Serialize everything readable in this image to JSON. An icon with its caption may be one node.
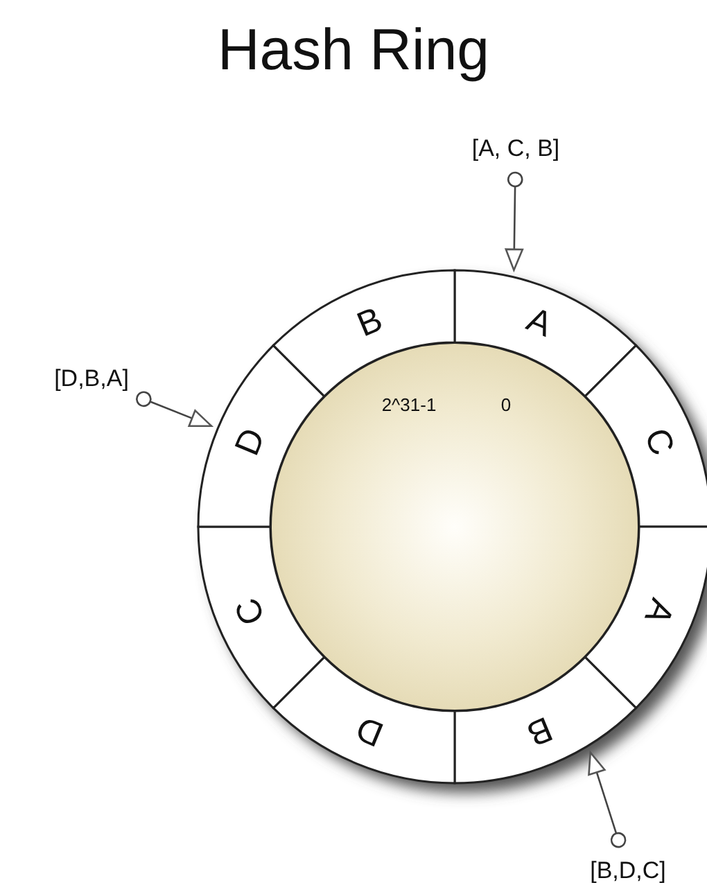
{
  "diagram": {
    "title": "Hash Ring",
    "nodes": [
      {
        "text": [
          "[A, C, B]"
        ]
      },
      {
        "text": [
          "[D,B,A]"
        ]
      },
      {
        "text": [
          "A"
        ]
      },
      {
        "text": [
          "C"
        ]
      },
      {
        "text": [
          "A"
        ]
      },
      {
        "text": [
          "B"
        ]
      },
      {
        "text": [
          "D"
        ]
      },
      {
        "text": [
          "C"
        ]
      },
      {
        "text": [
          "D"
        ]
      },
      {
        "text": [
          "B"
        ]
      },
      {
        "text": [
          "2^31-1",
          "0"
        ]
      },
      {
        "text": [
          "[B,D,C]"
        ]
      }
    ],
    "edges": [
      {
        "from": 0,
        "to": 2,
        "arrow": "to"
      },
      {
        "from": 1,
        "to": 8,
        "arrow": "to"
      },
      {
        "from": 11,
        "to": 5,
        "arrow": "to"
      }
    ]
  }
}
